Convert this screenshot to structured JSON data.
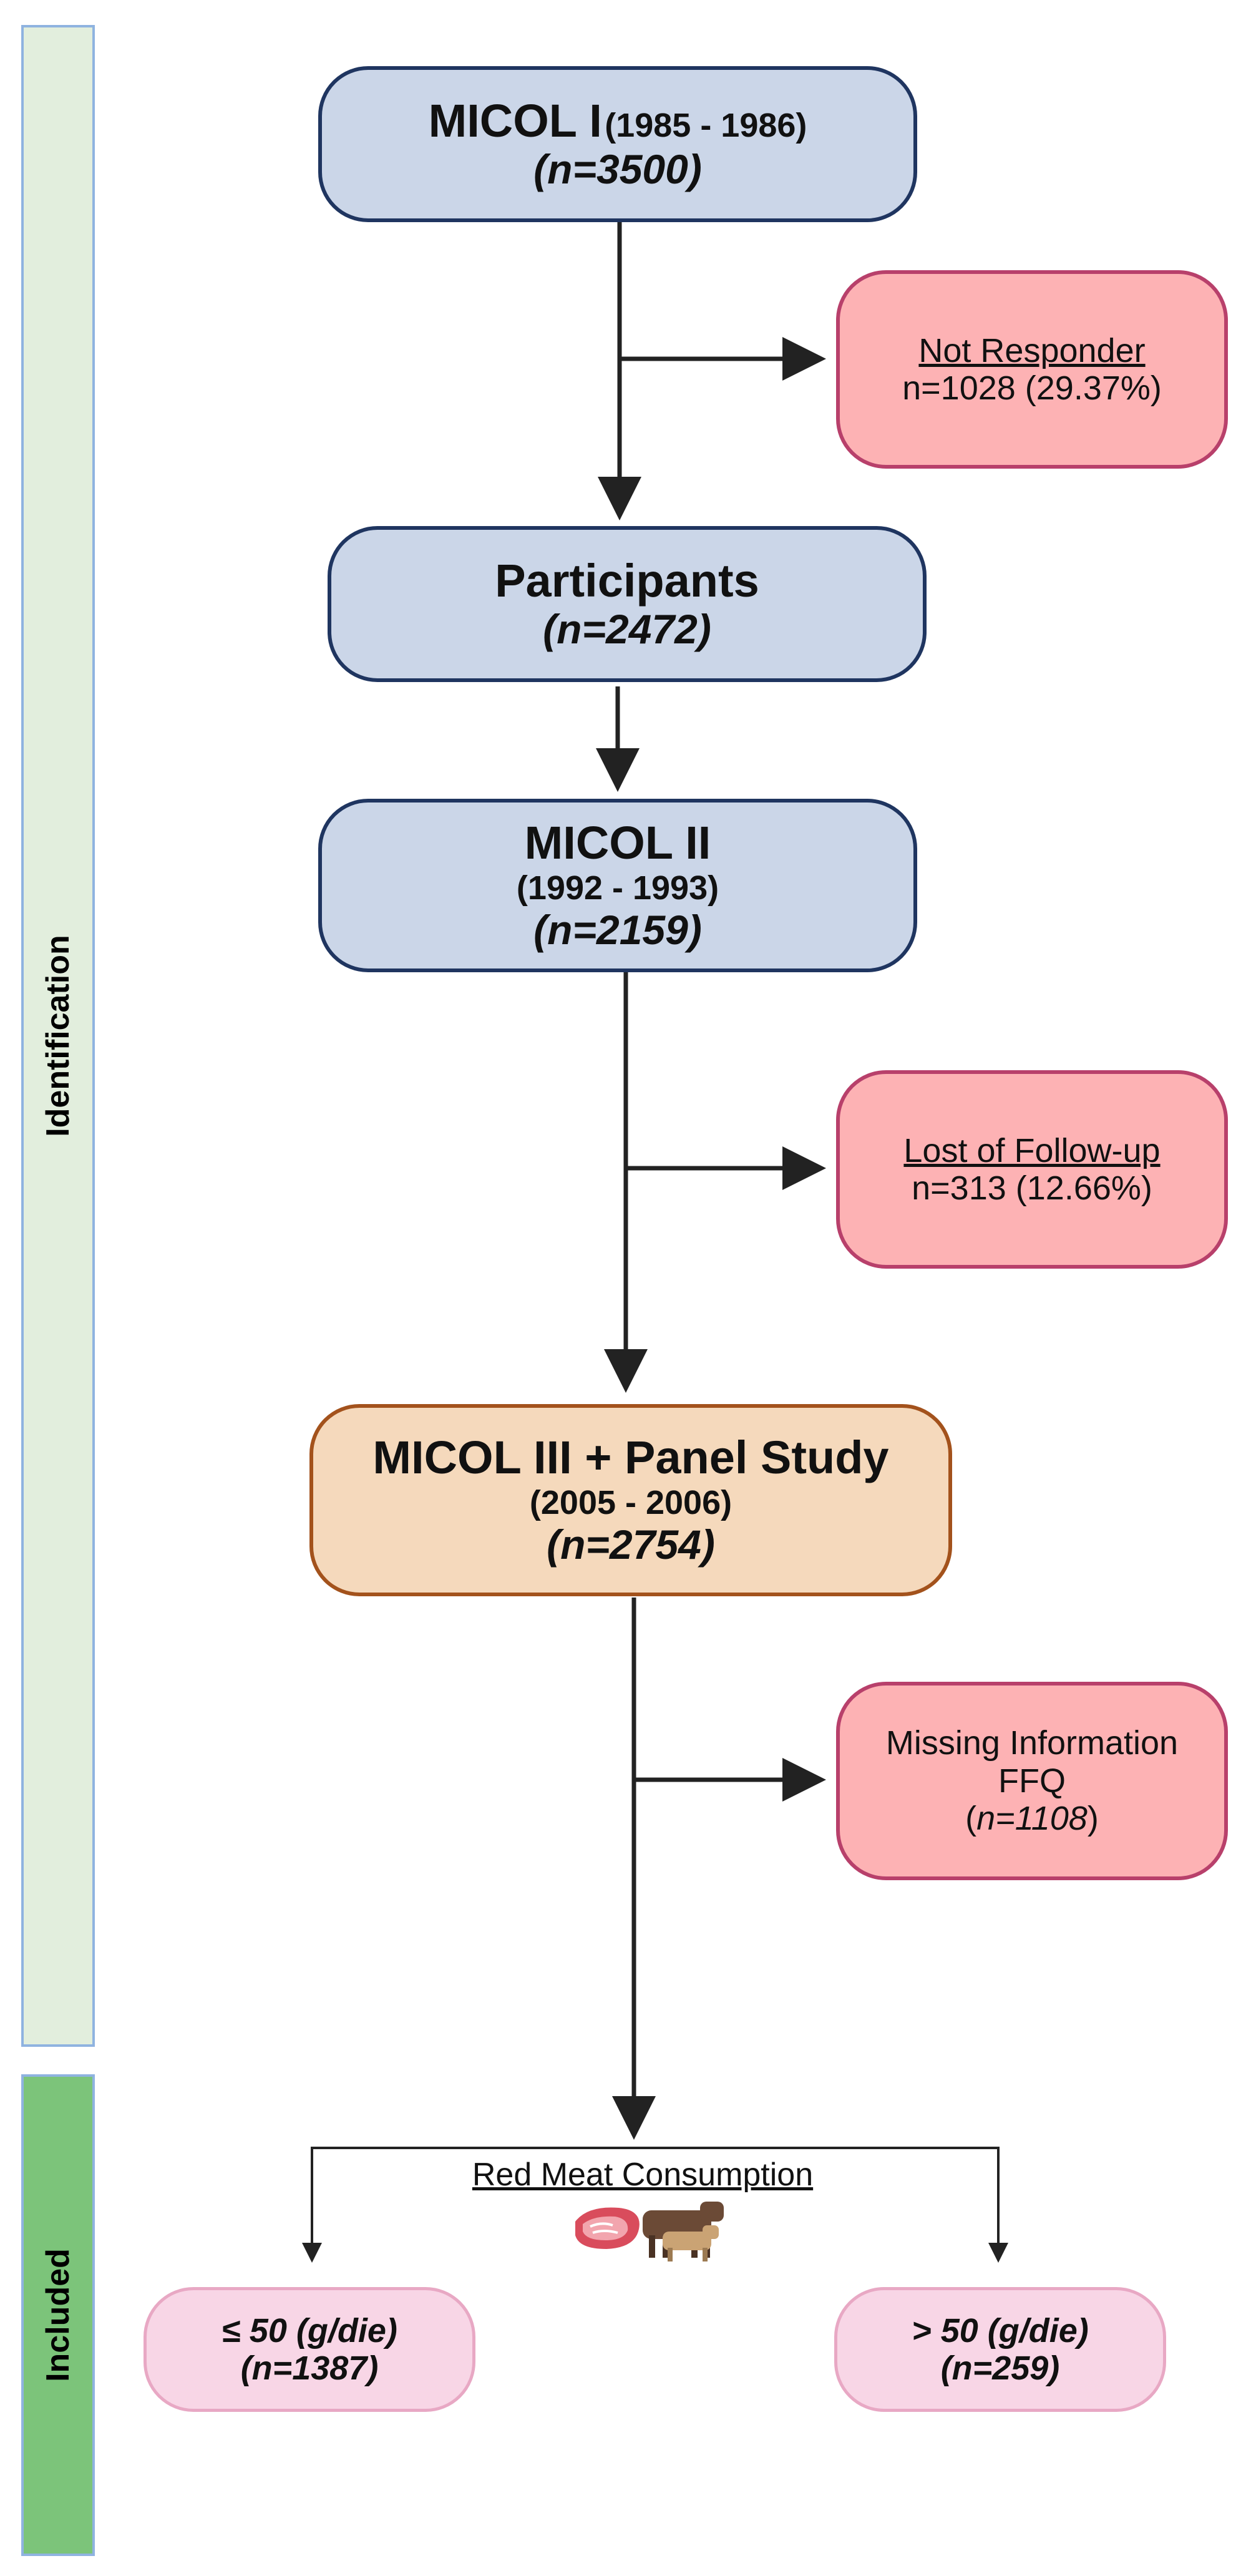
{
  "sidebar": {
    "identification": "Identification",
    "included": "Included"
  },
  "boxes": {
    "micol1": {
      "title": "MICOL I",
      "years": "(1985 - 1986)",
      "n": "(n=3500)"
    },
    "not_responder": {
      "heading": "Not Responder",
      "value": "n=1028 (29.37%)"
    },
    "participants": {
      "title": "Participants",
      "n": "(n=2472)"
    },
    "micol2": {
      "title": "MICOL II",
      "years": "(1992 - 1993)",
      "n": "(n=2159)"
    },
    "lost_followup": {
      "heading": "Lost of Follow-up",
      "value": "n=313 (12.66%)"
    },
    "micol3": {
      "title": "MICOL III + Panel Study",
      "years": "(2005 - 2006)",
      "n": "(n=2754)"
    },
    "missing_info": {
      "line1": "Missing Information",
      "line2": "FFQ",
      "open": "(",
      "n": "n=1108",
      "close": ")"
    },
    "low_meat": {
      "label": "≤ 50 (g/die)",
      "n": "(n=1387)"
    },
    "high_meat": {
      "label": "> 50 (g/die)",
      "n": "(n=259)"
    }
  },
  "branch_label": "Red Meat Consumption",
  "illustration": {
    "icon": "meat-and-cattle-icon"
  },
  "colors": {
    "blue_fill": "#cbd6e8",
    "blue_border": "#1f3560",
    "orange_fill": "#f5d9bc",
    "orange_border": "#a3521c",
    "red_fill": "#fdb2b4",
    "red_border": "#b8406b",
    "pink_fill": "#f8d6e6",
    "pink_border": "#e8a8c4",
    "ident_fill": "#e2eedd",
    "included_fill": "#7cc47a"
  }
}
